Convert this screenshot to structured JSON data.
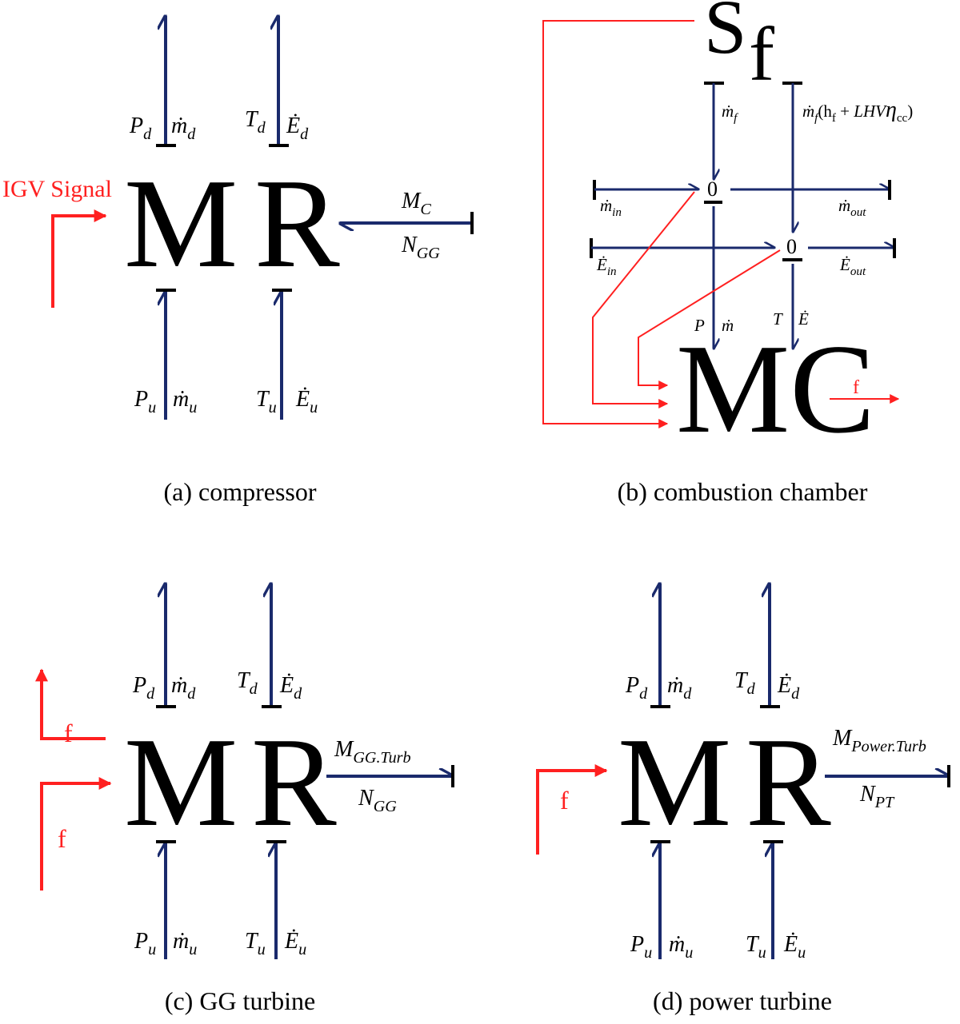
{
  "panels": {
    "a": {
      "caption": "(a) compressor",
      "element_m": "M",
      "element_r": "R",
      "igv_signal": "IGV Signal",
      "P_down": "P",
      "P_down_sub": "d",
      "m_down": "ṁ",
      "m_down_sub": "d",
      "T_down": "T",
      "T_down_sub": "d",
      "E_down": "Ė",
      "E_down_sub": "d",
      "P_up": "P",
      "P_up_sub": "u",
      "m_up": "ṁ",
      "m_up_sub": "u",
      "T_up": "T",
      "T_up_sub": "u",
      "E_up": "Ė",
      "E_up_sub": "u",
      "moment": "M",
      "moment_sub": "C",
      "speed": "N",
      "speed_sub": "GG"
    },
    "b": {
      "caption": "(b) combustion chamber",
      "source": "S",
      "source_sub": "f",
      "junction_top": "0",
      "junction_bottom": "0",
      "element_mc": "MC",
      "signal_out": "f",
      "m_f": "ṁ",
      "m_f_sub": "f",
      "energy_f_pre": "ṁ",
      "energy_f_sub": "f",
      "energy_f_formula_a": "(h",
      "energy_f_formula_b": "f",
      "energy_f_formula_c": " + ",
      "energy_f_formula_d": "LHV",
      "energy_f_formula_e": "η",
      "energy_f_formula_f": "cc",
      "energy_f_formula_g": ")",
      "m_in": "ṁ",
      "m_in_sub": "in",
      "m_out": "ṁ",
      "m_out_sub": "out",
      "E_in": "Ė",
      "E_in_sub": "in",
      "E_out": "Ė",
      "E_out_sub": "out",
      "P": "P",
      "m": "ṁ",
      "T": "T",
      "E": "Ė"
    },
    "c": {
      "caption": "(c) GG turbine",
      "element_m": "M",
      "element_r": "R",
      "signal_top": "f",
      "signal_bottom": "f",
      "P_down": "P",
      "P_down_sub": "d",
      "m_down": "ṁ",
      "m_down_sub": "d",
      "T_down": "T",
      "T_down_sub": "d",
      "E_down": "Ė",
      "E_down_sub": "d",
      "P_up": "P",
      "P_up_sub": "u",
      "m_up": "ṁ",
      "m_up_sub": "u",
      "T_up": "T",
      "T_up_sub": "u",
      "E_up": "Ė",
      "E_up_sub": "u",
      "moment": "M",
      "moment_sub": "GG.Turb",
      "speed": "N",
      "speed_sub": "GG"
    },
    "d": {
      "caption": "(d) power turbine",
      "element_m": "M",
      "element_r": "R",
      "signal": "f",
      "P_down": "P",
      "P_down_sub": "d",
      "m_down": "ṁ",
      "m_down_sub": "d",
      "T_down": "T",
      "T_down_sub": "d",
      "E_down": "Ė",
      "E_down_sub": "d",
      "P_up": "P",
      "P_up_sub": "u",
      "m_up": "ṁ",
      "m_up_sub": "u",
      "T_up": "T",
      "T_up_sub": "u",
      "E_up": "Ė",
      "E_up_sub": "u",
      "moment": "M",
      "moment_sub": "Power.Turb",
      "speed": "N",
      "speed_sub": "PT"
    }
  },
  "colors": {
    "bond": "#1a2a6c",
    "signal": "#ff2020",
    "text": "#000000"
  }
}
